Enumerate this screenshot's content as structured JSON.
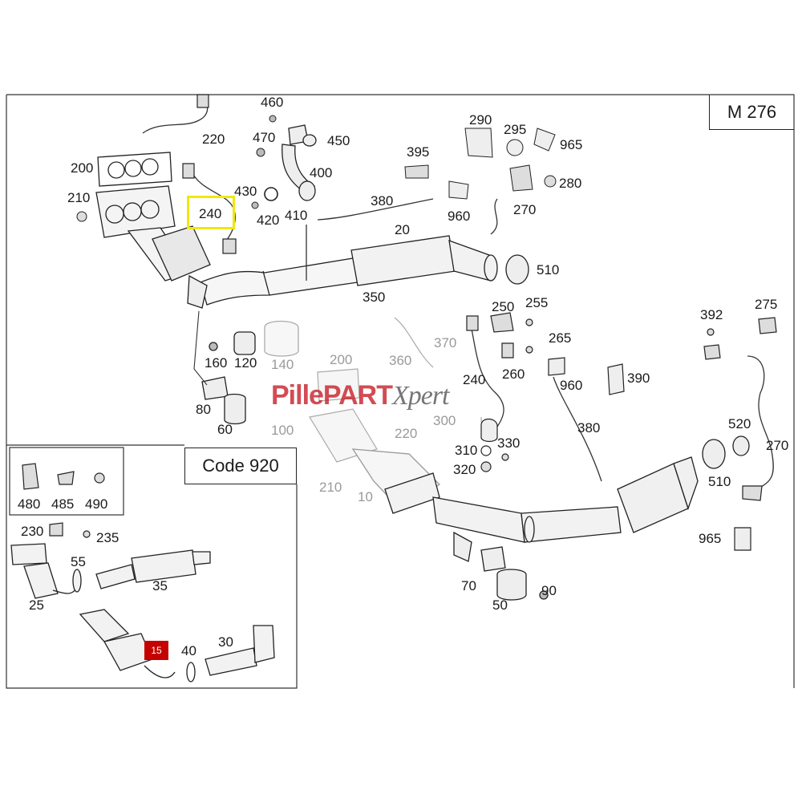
{
  "model_code": "M 276",
  "variant_code": "Code 920",
  "highlight_yellow_label": "240",
  "highlight_red_label": "15",
  "watermark": {
    "part1": "PillePART",
    "part2": "Xpert"
  },
  "labels_main": [
    {
      "id": "460",
      "t": "460"
    },
    {
      "id": "220",
      "t": "220"
    },
    {
      "id": "470",
      "t": "470"
    },
    {
      "id": "450",
      "t": "450"
    },
    {
      "id": "200",
      "t": "200"
    },
    {
      "id": "400",
      "t": "400"
    },
    {
      "id": "430",
      "t": "430"
    },
    {
      "id": "410",
      "t": "410"
    },
    {
      "id": "420",
      "t": "420"
    },
    {
      "id": "210",
      "t": "210"
    },
    {
      "id": "380",
      "t": "380"
    },
    {
      "id": "20",
      "t": "20"
    },
    {
      "id": "395",
      "t": "395"
    },
    {
      "id": "290",
      "t": "290"
    },
    {
      "id": "295",
      "t": "295"
    },
    {
      "id": "965",
      "t": "965"
    },
    {
      "id": "280",
      "t": "280"
    },
    {
      "id": "270",
      "t": "270"
    },
    {
      "id": "960",
      "t": "960"
    },
    {
      "id": "510",
      "t": "510"
    },
    {
      "id": "350",
      "t": "350"
    },
    {
      "id": "250",
      "t": "250"
    },
    {
      "id": "255",
      "t": "255"
    },
    {
      "id": "265",
      "t": "265"
    },
    {
      "id": "260",
      "t": "260"
    },
    {
      "id": "392",
      "t": "392"
    },
    {
      "id": "275",
      "t": "275"
    },
    {
      "id": "160",
      "t": "160"
    },
    {
      "id": "120",
      "t": "120"
    },
    {
      "id": "80",
      "t": "80"
    },
    {
      "id": "60",
      "t": "60"
    },
    {
      "id": "960b",
      "t": "960"
    },
    {
      "id": "390",
      "t": "390"
    },
    {
      "id": "380b",
      "t": "380"
    },
    {
      "id": "520",
      "t": "520"
    },
    {
      "id": "270b",
      "t": "270"
    },
    {
      "id": "510b",
      "t": "510"
    },
    {
      "id": "965b",
      "t": "965"
    },
    {
      "id": "330",
      "t": "330"
    },
    {
      "id": "310",
      "t": "310"
    },
    {
      "id": "320",
      "t": "320"
    },
    {
      "id": "240b",
      "t": "240"
    },
    {
      "id": "70",
      "t": "70"
    },
    {
      "id": "90",
      "t": "90"
    },
    {
      "id": "50",
      "t": "50"
    }
  ],
  "labels_faded": [
    {
      "id": "140",
      "t": "140"
    },
    {
      "id": "100",
      "t": "100"
    },
    {
      "id": "200f",
      "t": "200"
    },
    {
      "id": "360",
      "t": "360"
    },
    {
      "id": "370",
      "t": "370"
    },
    {
      "id": "300",
      "t": "300"
    },
    {
      "id": "220f",
      "t": "220"
    },
    {
      "id": "210f",
      "t": "210"
    },
    {
      "id": "10",
      "t": "10"
    }
  ],
  "labels_inset": [
    {
      "id": "480",
      "t": "480"
    },
    {
      "id": "485",
      "t": "485"
    },
    {
      "id": "490",
      "t": "490"
    },
    {
      "id": "230",
      "t": "230"
    },
    {
      "id": "235",
      "t": "235"
    },
    {
      "id": "55",
      "t": "55"
    },
    {
      "id": "35",
      "t": "35"
    },
    {
      "id": "25",
      "t": "25"
    },
    {
      "id": "40",
      "t": "40"
    },
    {
      "id": "30",
      "t": "30"
    }
  ]
}
